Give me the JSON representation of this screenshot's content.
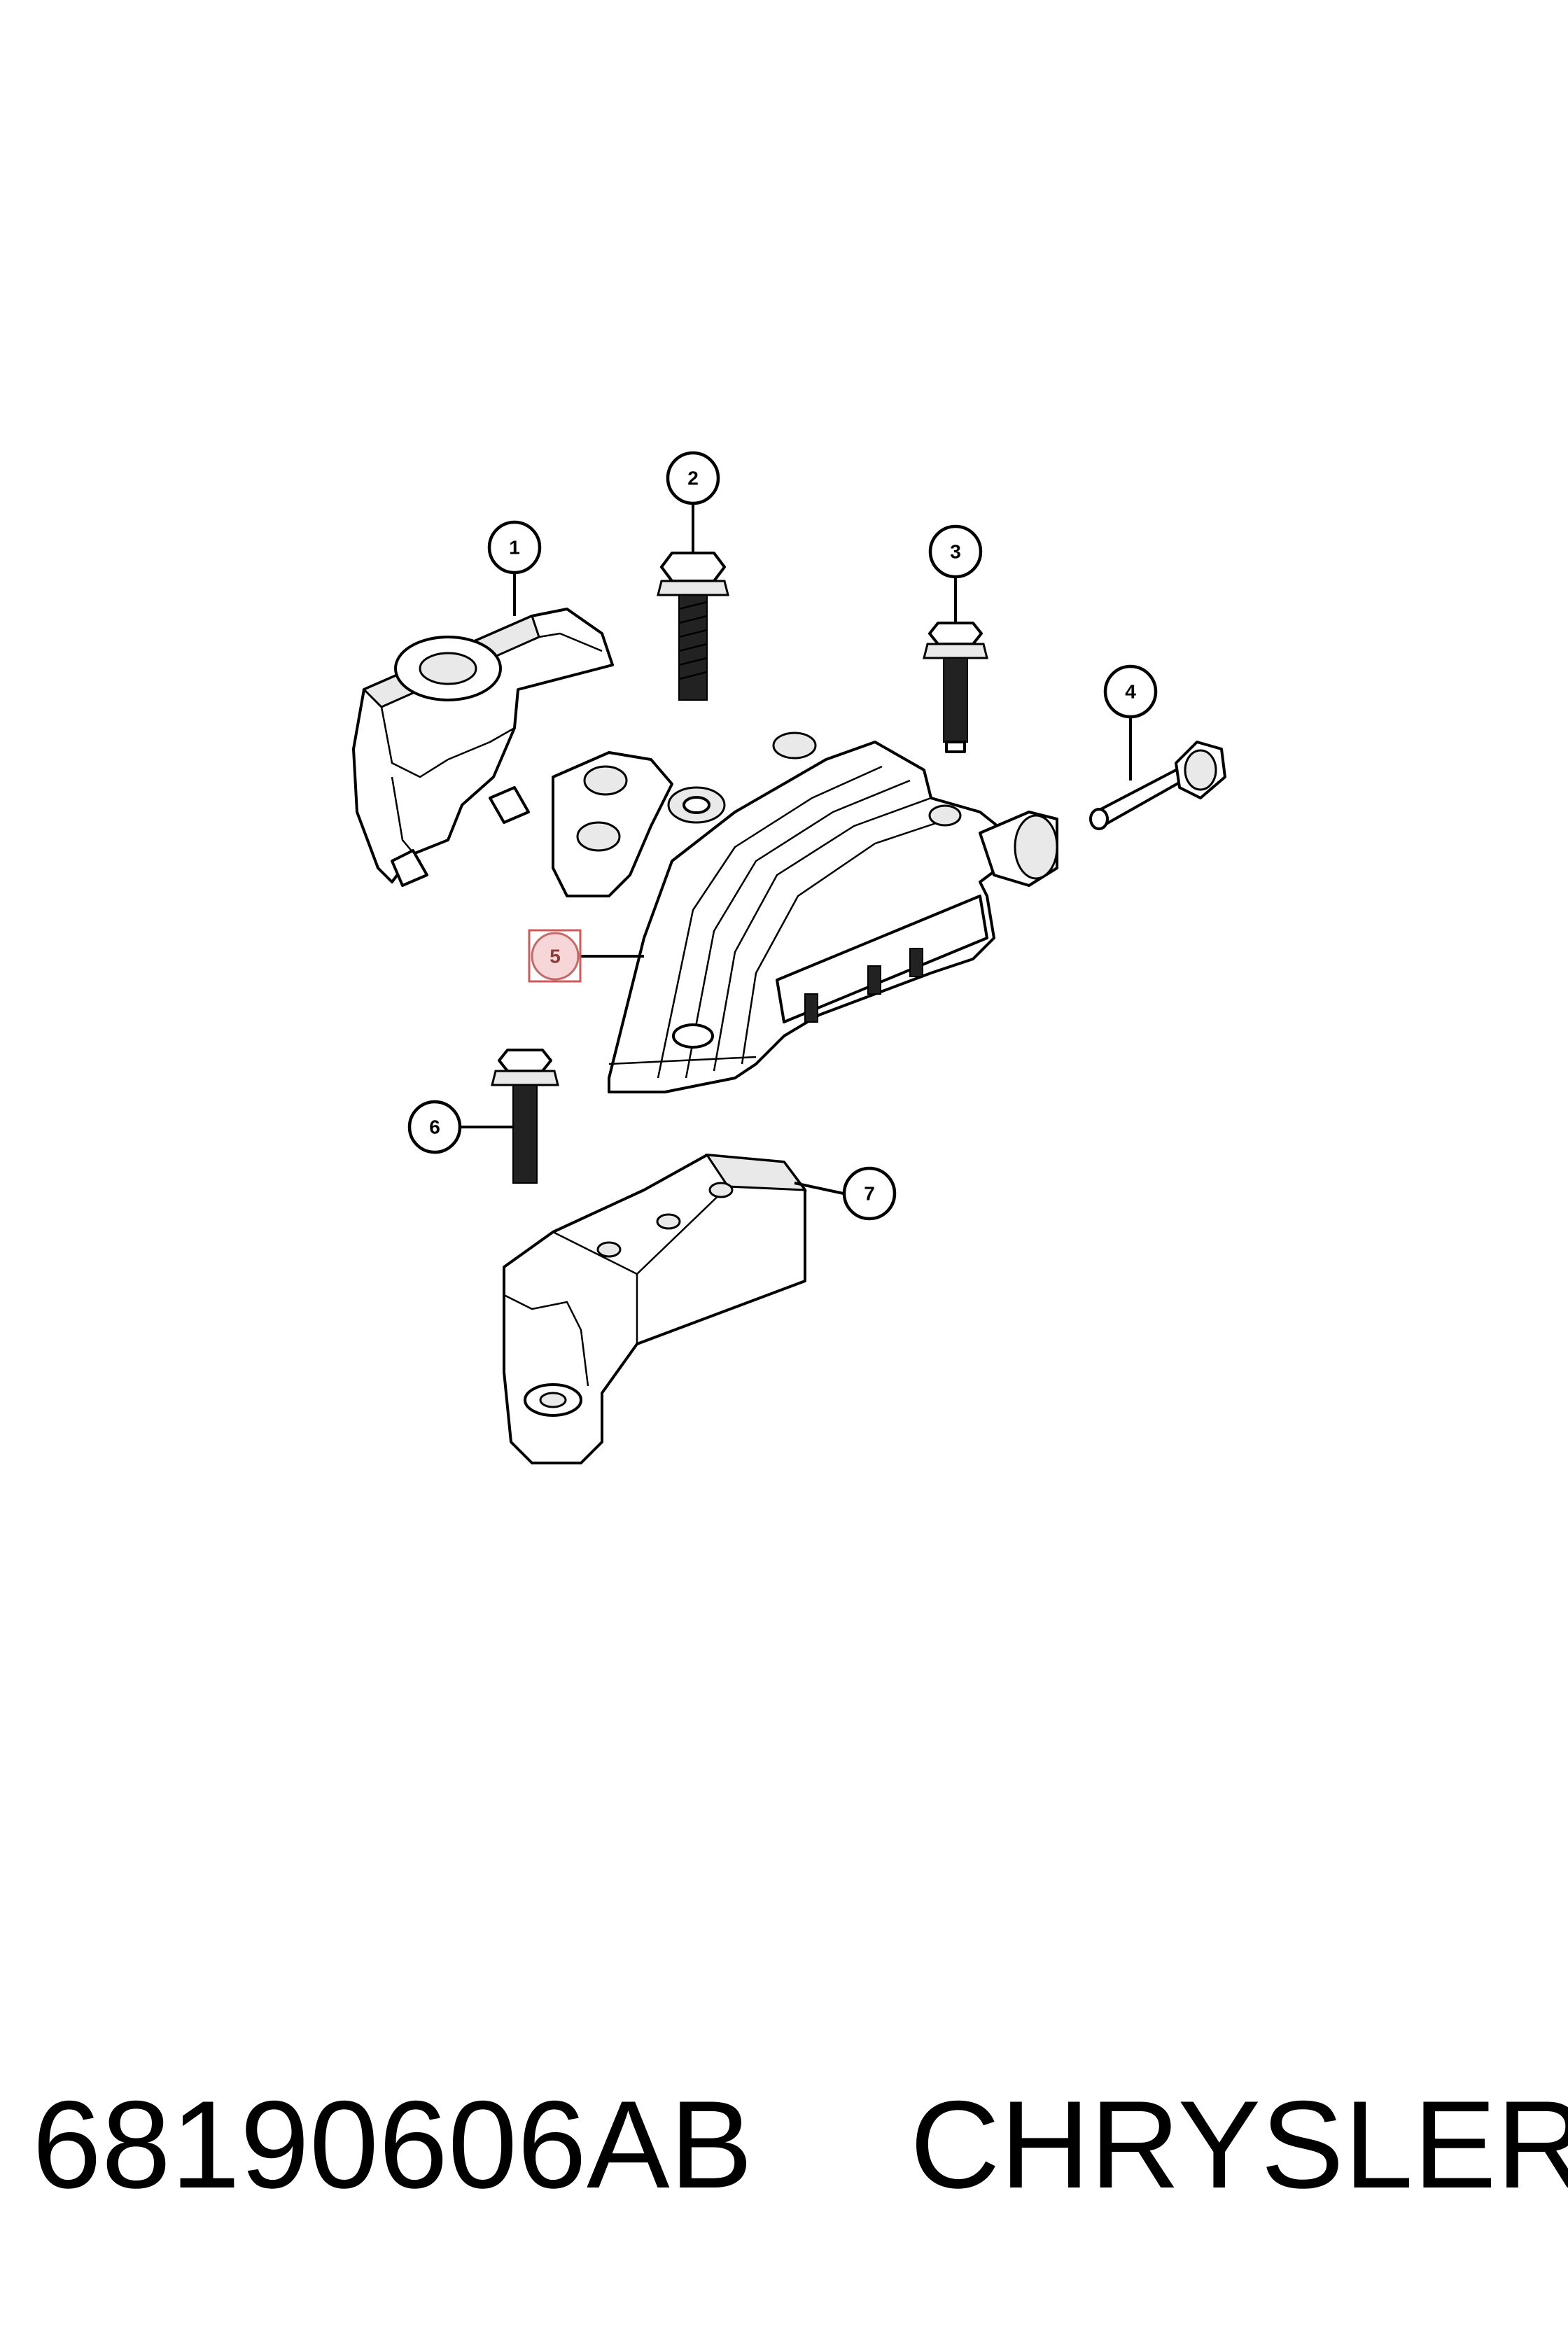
{
  "diagram": {
    "callouts": [
      {
        "id": "1",
        "label": "1"
      },
      {
        "id": "2",
        "label": "2"
      },
      {
        "id": "3",
        "label": "3"
      },
      {
        "id": "4",
        "label": "4"
      },
      {
        "id": "5",
        "label": "5",
        "highlighted": true
      },
      {
        "id": "6",
        "label": "6"
      },
      {
        "id": "7",
        "label": "7"
      }
    ],
    "highlight_color": "#f6d6d6"
  },
  "caption": {
    "part_number": "68190606AB",
    "brand": "CHRYSLER"
  }
}
